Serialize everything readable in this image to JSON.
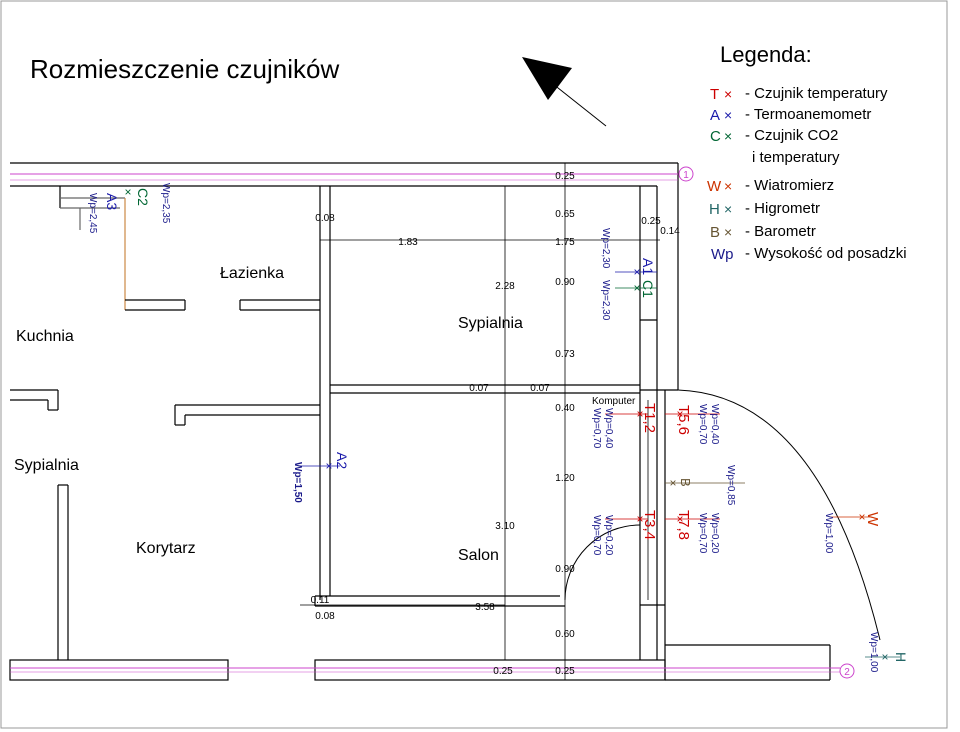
{
  "title": "Rozmieszczenie czujników",
  "legend": {
    "title": "Legenda:",
    "items": [
      {
        "code": "T",
        "desc": "- Czujnik temperatury",
        "color": "#cc0000"
      },
      {
        "code": "A",
        "desc": "- Termoanemometr",
        "color": "#1a1aaa"
      },
      {
        "code": "C",
        "desc": "- Czujnik CO2",
        "desc2": "i temperatury",
        "color": "#006633"
      },
      {
        "code": "W",
        "desc": "- Wiatromierz",
        "color": "#cc3300"
      },
      {
        "code": "H",
        "desc": "- Higrometr",
        "color": "#226666"
      },
      {
        "code": "B",
        "desc": "- Barometr",
        "color": "#665533"
      },
      {
        "code": "Wp",
        "desc": "- Wysokość od posadzki",
        "color": "#1a1a8a"
      }
    ]
  },
  "rooms": {
    "lazienka": "Łazienka",
    "kuchnia": "Kuchnia",
    "sypialnia_left": "Sypialnia",
    "sypialnia_right": "Sypialnia",
    "korytarz": "Korytarz",
    "salon": "Salon",
    "komputer": "Komputer"
  },
  "axes": {
    "axis1": "1",
    "axis2": "2"
  },
  "dimensions": {
    "d_025_top": "0.25",
    "d_065": "0.65",
    "d_025_b": "0.25",
    "d_014": "0.14",
    "d_008_a": "0.08",
    "d_183": "1.83",
    "d_175": "1.75",
    "d_228": "2.28",
    "d_090_a": "0.90",
    "d_073": "0.73",
    "d_007_a": "0.07",
    "d_007_b": "0.07",
    "d_040": "0.40",
    "d_120": "1.20",
    "d_310": "3.10",
    "d_090_b": "0.90",
    "d_011": "0.11",
    "d_008_b": "0.08",
    "d_358": "3.58",
    "d_060": "0.60",
    "d_025_c": "0.25",
    "d_025_d": "0.25"
  },
  "sensors": {
    "c2": {
      "label": "C2",
      "wp": "Wp=2,35"
    },
    "a3": {
      "label": "A3",
      "wp": "Wp=2,45"
    },
    "a1": {
      "label": "A1",
      "wp": "Wp=2,30"
    },
    "c1": {
      "label": "C1",
      "wp": "Wp=2,30"
    },
    "a2": {
      "label": "A2",
      "wp": "Wp=1,50"
    },
    "t12": {
      "label": "T1,2",
      "wp1": "Wp=0,40",
      "wp2": "Wp=0,70"
    },
    "t56": {
      "label": "T5,6",
      "wp1": "Wp=0,40",
      "wp2": "Wp=0,70"
    },
    "b": {
      "label": "B",
      "wp": "Wp=0,85"
    },
    "t34": {
      "label": "T3,4",
      "wp1": "Wp=0,20",
      "wp2": "Wp=0,70"
    },
    "t78": {
      "label": "T7,8",
      "wp1": "Wp=0,20",
      "wp2": "Wp=0,70"
    },
    "w": {
      "label": "W",
      "wp": "Wp=1,00"
    },
    "h": {
      "label": "H",
      "wp": "Wp=1,00"
    }
  },
  "colors": {
    "temperature": "#cc0000",
    "anemometer": "#1a1aaa",
    "co2": "#006633",
    "wind": "#cc3300",
    "hygro": "#226666",
    "baro": "#665533",
    "wp": "#1a1a8a",
    "axis_line": "#cc44cc",
    "wall": "#000000"
  }
}
